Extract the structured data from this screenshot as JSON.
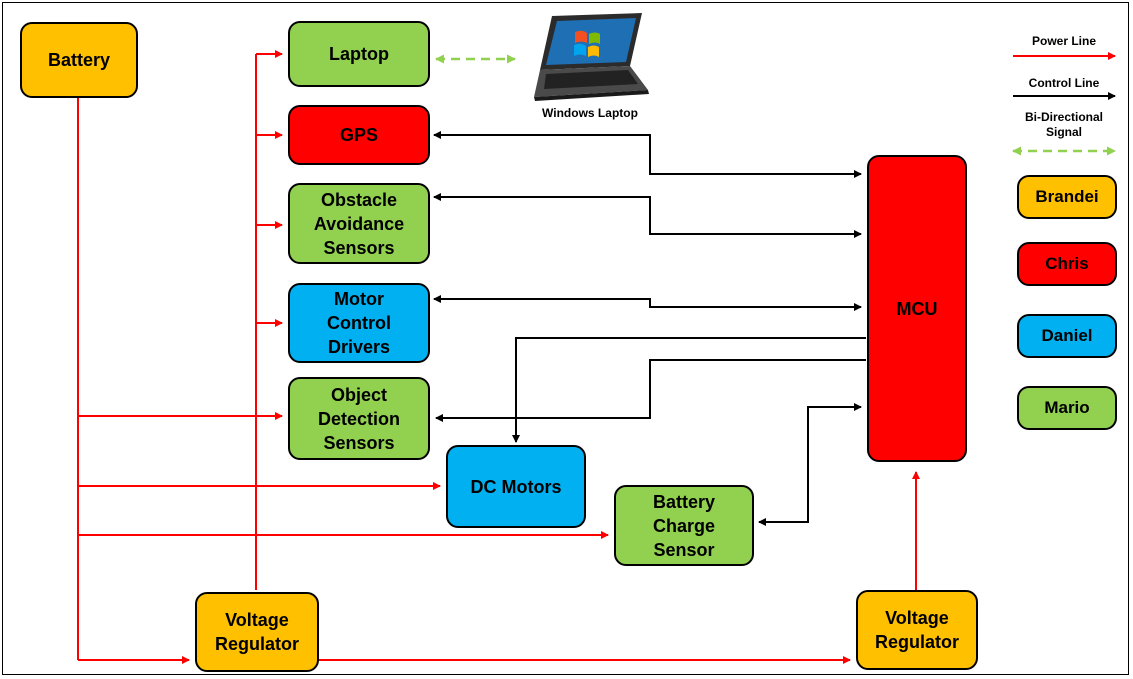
{
  "blocks": {
    "battery": "Battery",
    "laptop": "Laptop",
    "gps": "GPS",
    "obstacle": "Obstacle\nAvoidance\nSensors",
    "motor_drivers": "Motor\nControl\nDrivers",
    "object_detection": "Object\nDetection\nSensors",
    "dc_motors": "DC Motors",
    "battery_charge": "Battery\nCharge\nSensor",
    "mcu": "MCU",
    "vreg_left": "Voltage\nRegulator",
    "vreg_right": "Voltage\nRegulator"
  },
  "laptop_caption": "Windows Laptop",
  "legend": {
    "power_line": "Power Line",
    "control_line": "Control Line",
    "bidirectional": "Bi-Directional\nSignal",
    "members": [
      "Brandei",
      "Chris",
      "Daniel",
      "Mario"
    ]
  },
  "colors": {
    "power": "#ff0000",
    "control": "#000000",
    "bidirectional": "#92d050",
    "orange": "#ffc000",
    "green": "#92d050",
    "red": "#ff0000",
    "blue": "#00b0f0"
  },
  "icons": {
    "laptop": "laptop-icon"
  }
}
